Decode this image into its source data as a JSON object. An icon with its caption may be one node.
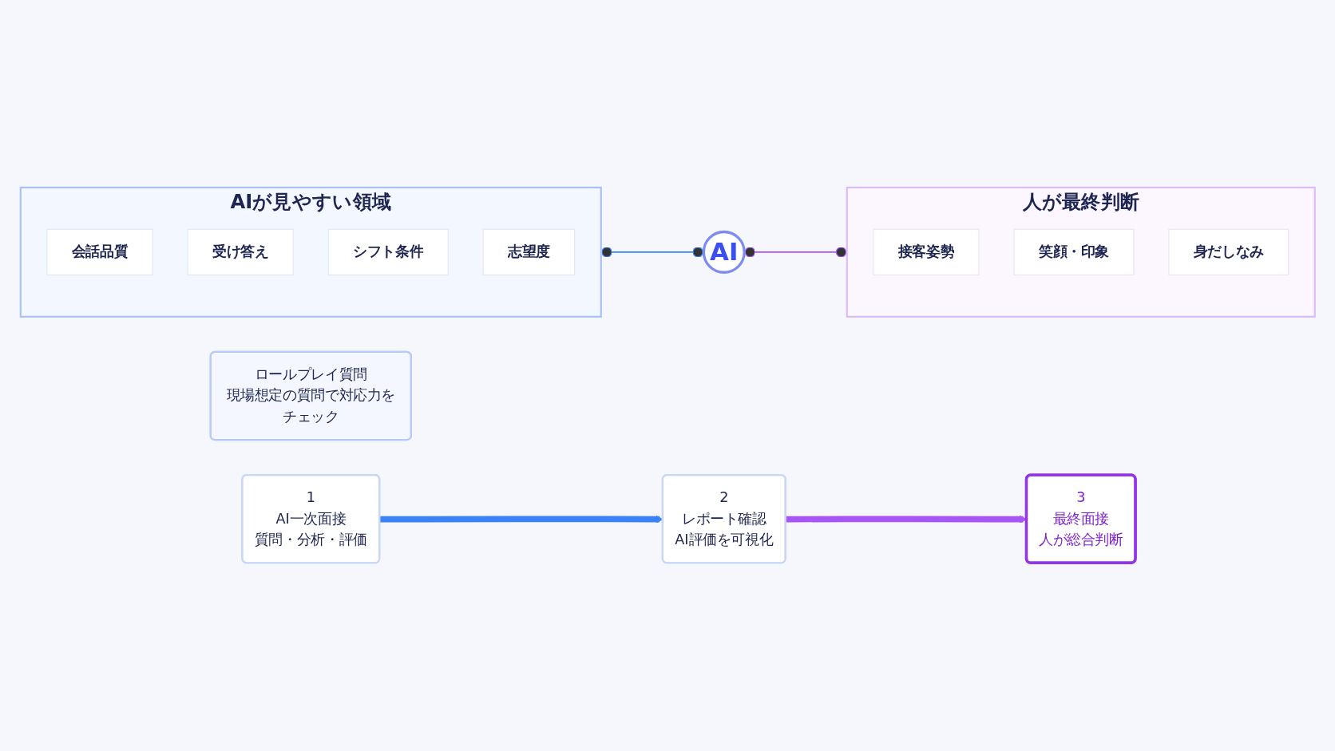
{
  "diagram": {
    "nodes": [
      {
        "text": [
          "AIが見やすい領域"
        ]
      },
      {
        "text": [
          "会話品質"
        ],
        "in": 0
      },
      {
        "text": [
          "受け答え"
        ],
        "in": 0
      },
      {
        "text": [
          "シフト条件"
        ],
        "in": 0
      },
      {
        "text": [
          "志望度"
        ],
        "in": 0
      },
      {
        "text": [
          "AI"
        ]
      },
      {
        "text": [
          "人が最終判断"
        ]
      },
      {
        "text": [
          "接客姿勢"
        ],
        "in": 6
      },
      {
        "text": [
          "笑顔・印象"
        ],
        "in": 6
      },
      {
        "text": [
          "身だしなみ"
        ],
        "in": 6
      },
      {
        "text": [
          "ロールプレイ質問",
          "現場想定の質問で対応力をチェック"
        ]
      },
      {
        "text": [
          "1",
          "AI一次面接",
          "質問・分析・評価"
        ]
      },
      {
        "text": [
          "2",
          "レポート確認",
          "AI評価を可視化"
        ]
      },
      {
        "text": [
          "3",
          "最終面接",
          "人が総合判断"
        ]
      }
    ],
    "edges": [
      {
        "from": 0,
        "to": 5,
        "arrow": "other",
        "color": "#3b82f6"
      },
      {
        "from": 5,
        "to": 6,
        "arrow": "other",
        "color": "#a855f7"
      },
      {
        "from": 11,
        "to": 12,
        "arrow": "to",
        "style": "thick",
        "color": "#3b82f6"
      },
      {
        "from": 12,
        "to": 13,
        "arrow": "to",
        "style": "thick",
        "color": "#a855f7"
      }
    ]
  }
}
